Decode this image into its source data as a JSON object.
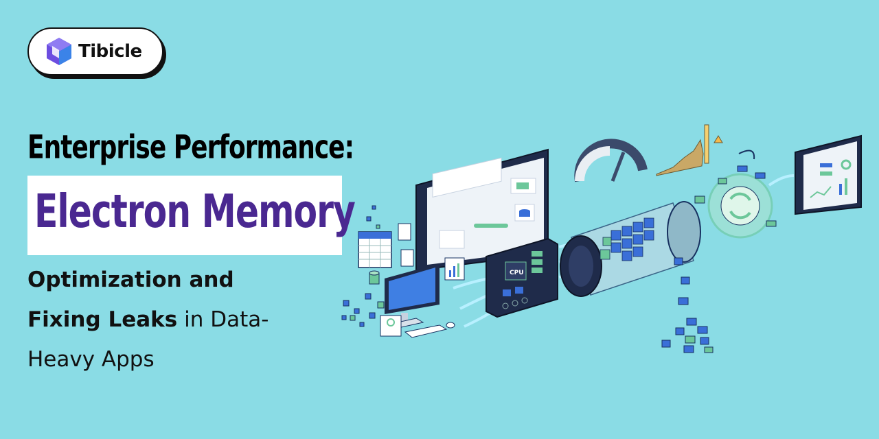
{
  "brand": {
    "name": "Tibicle"
  },
  "headline": {
    "line1": "Enterprise Performance:",
    "highlight": "Electron Memory",
    "line3": "Optimization and",
    "line4_bold": "Fixing Leaks",
    "line4_rest": " in Data-",
    "line5": "Heavy Apps"
  },
  "illustration": {
    "chip_label": "CPU"
  },
  "colors": {
    "background": "#8adce5",
    "highlight_text": "#4a2891",
    "accent_blue": "#3a6fd8",
    "accent_green": "#6cc79a"
  }
}
